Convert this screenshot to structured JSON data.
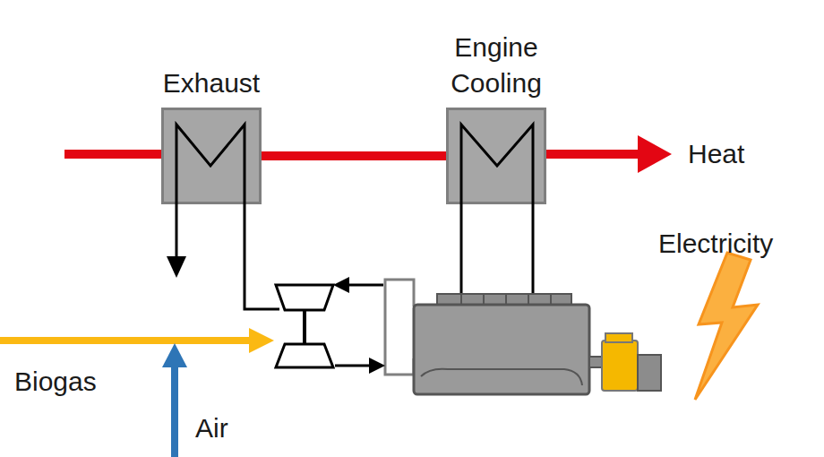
{
  "diagram": {
    "nodes": [
      {
        "text": [
          "Exhaust"
        ]
      },
      {
        "text": [
          "Engine Cooling"
        ]
      }
    ],
    "edges": [
      {
        "from": 0,
        "to": 1,
        "arrow": "none"
      }
    ],
    "labels": [
      "Heat",
      "Electricity",
      "Biogas",
      "Air"
    ]
  }
}
